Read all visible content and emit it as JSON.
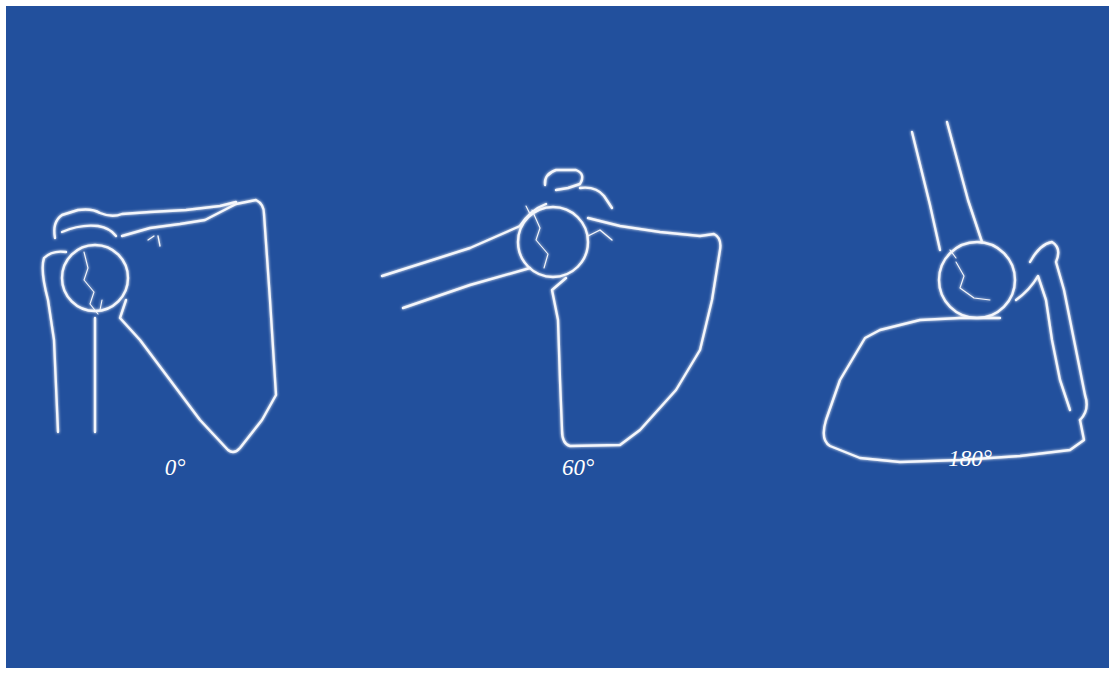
{
  "diagram": {
    "labels": [
      "0°",
      "60°",
      "180°"
    ]
  }
}
